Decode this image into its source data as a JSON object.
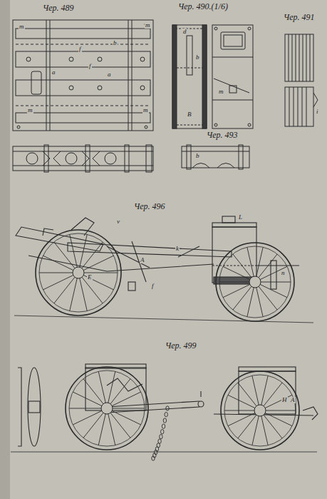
{
  "diagram": {
    "labels": [
      "Чер. 489",
      "Чер. 490.(1/6)",
      "Чер. 491",
      "Чер. 493",
      "Чер. 496",
      "Чер. 499",
      "m",
      "m",
      "b",
      "f",
      "a",
      "f",
      "a",
      "m",
      "m",
      "d",
      "b",
      "B",
      "m",
      "i",
      "b",
      "v",
      "A",
      "E",
      "f",
      "k",
      "L",
      "n",
      "H",
      "A"
    ]
  }
}
